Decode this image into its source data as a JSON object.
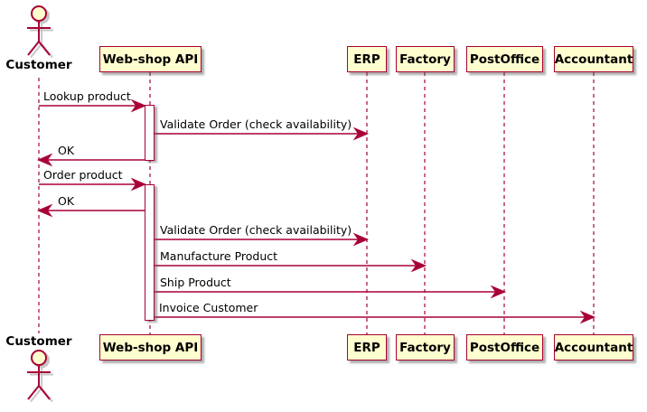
{
  "diagram": {
    "type": "sequence",
    "participants": [
      {
        "label": "Customer",
        "kind": "actor"
      },
      {
        "label": "Web-shop API",
        "kind": "participant"
      },
      {
        "label": "ERP",
        "kind": "participant"
      },
      {
        "label": "Factory",
        "kind": "participant"
      },
      {
        "label": "PostOffice",
        "kind": "participant"
      },
      {
        "label": "Accountant",
        "kind": "participant"
      }
    ],
    "messages": [
      {
        "from": "Customer",
        "to": "Web-shop API",
        "label": "Lookup product"
      },
      {
        "from": "Web-shop API",
        "to": "ERP",
        "label": "Validate Order (check availability)"
      },
      {
        "from": "Web-shop API",
        "to": "Customer",
        "label": "OK"
      },
      {
        "from": "Customer",
        "to": "Web-shop API",
        "label": "Order product"
      },
      {
        "from": "Web-shop API",
        "to": "Customer",
        "label": "OK"
      },
      {
        "from": "Web-shop API",
        "to": "ERP",
        "label": "Validate Order (check availability)"
      },
      {
        "from": "Web-shop API",
        "to": "Factory",
        "label": "Manufacture Product"
      },
      {
        "from": "Web-shop API",
        "to": "PostOffice",
        "label": "Ship Product"
      },
      {
        "from": "Web-shop API",
        "to": "Accountant",
        "label": "Invoice Customer"
      }
    ],
    "activations": [
      {
        "lifeline": "Web-shop API",
        "start_message": "Lookup product",
        "end_message": "OK"
      },
      {
        "lifeline": "Web-shop API",
        "start_message": "Order product",
        "end_message": "Invoice Customer"
      }
    ],
    "colors": {
      "border": "#A80036",
      "participant_fill": "#FEFECE",
      "text": "#000000",
      "background": "#FFFFFF"
    }
  }
}
